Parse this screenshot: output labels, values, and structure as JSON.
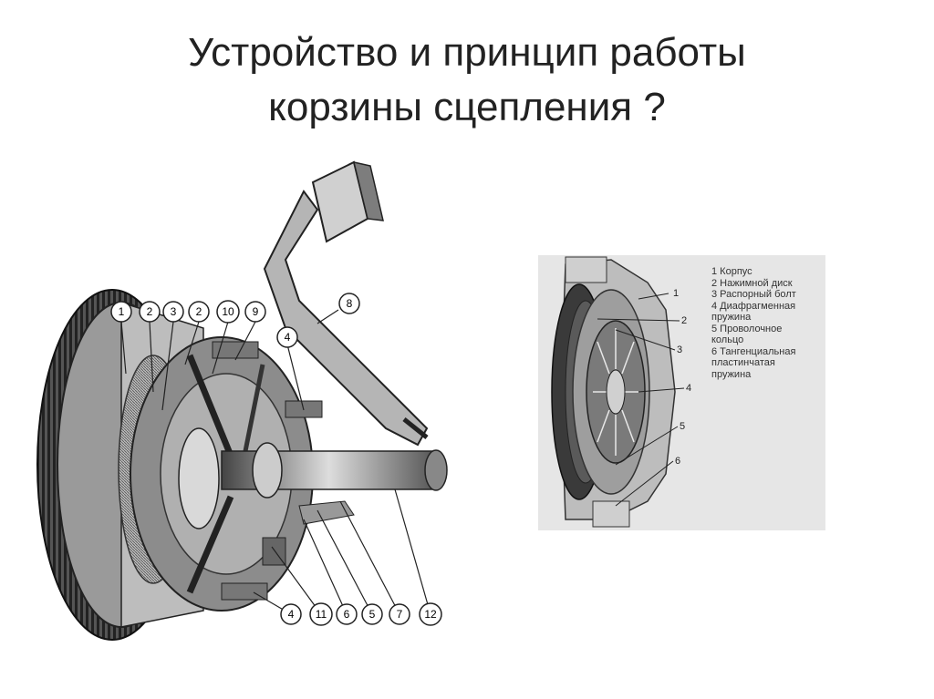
{
  "slide": {
    "title_line1": "Устройство и принцип работы",
    "title_line2": "корзины сцепления  ?"
  },
  "left_diagram": {
    "callouts_top": [
      "1",
      "2",
      "3",
      "2",
      "10",
      "9"
    ],
    "callout_pedal": "8",
    "callout_upper4": "4",
    "callouts_bottom": [
      "4",
      "11",
      "6",
      "5",
      "7",
      "12"
    ]
  },
  "right_diagram": {
    "callouts": [
      "1",
      "2",
      "3",
      "4",
      "5",
      "6"
    ],
    "legend": [
      "1 Корпус",
      "2 Нажимной диск",
      "3 Распорный болт",
      "4 Диафрагменная\nпружина",
      "5 Проволочное\nкольцо",
      "6 Тангенциальная\nпластинчатая\nпружина"
    ]
  }
}
